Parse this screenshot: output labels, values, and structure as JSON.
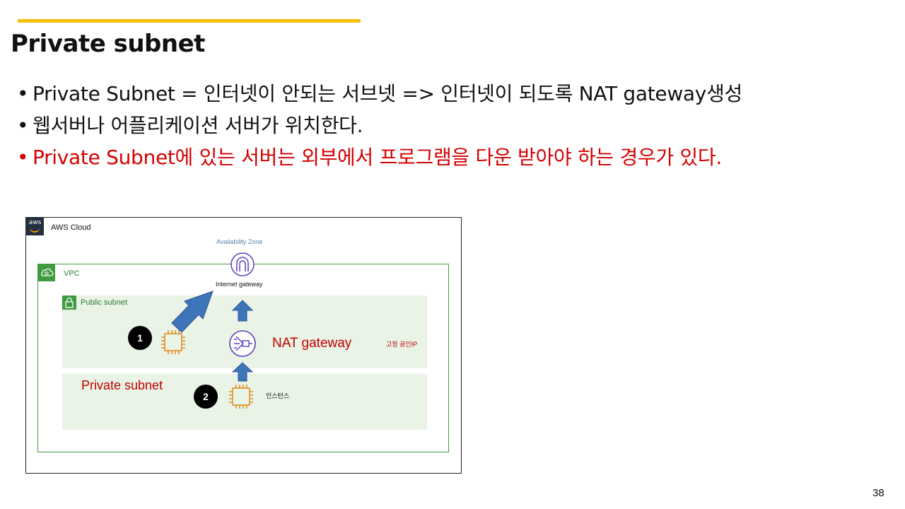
{
  "title": "Private subnet",
  "bullets": [
    {
      "text": "Private Subnet = 인터넷이 안되는 서브넷 => 인터넷이 되도록 NAT gateway생성"
    },
    {
      "text": "웹서버나 어플리케이션 서버가 위치한다."
    },
    {
      "text": "Private Subnet에 있는 서버는 외부에서 프로그램을 다운 받아야 하는 경우가 있다."
    }
  ],
  "diagram": {
    "aws_logo": "aws",
    "aws_cloud": "AWS Cloud",
    "availability_zone": "Availability Zone",
    "vpc": "VPC",
    "public_subnet": "Public subnet",
    "private_subnet": "Private subnet",
    "internet_gateway": "Internet gateway",
    "nat_gateway": "NAT gateway",
    "fixed_ip": "고정 공인IP",
    "instance": "인스턴스",
    "badge_1": "1",
    "badge_2": "2"
  },
  "page_number": "38",
  "colors": {
    "accent_bar": "#f5c000",
    "highlight_text": "#d40000",
    "vpc_green": "#3f9b3f",
    "subnet_fill": "#e9f3e6",
    "nat_purple": "#5a3fc0",
    "ec2_orange": "#e07b00",
    "arrow_blue": "#3e74b8"
  }
}
